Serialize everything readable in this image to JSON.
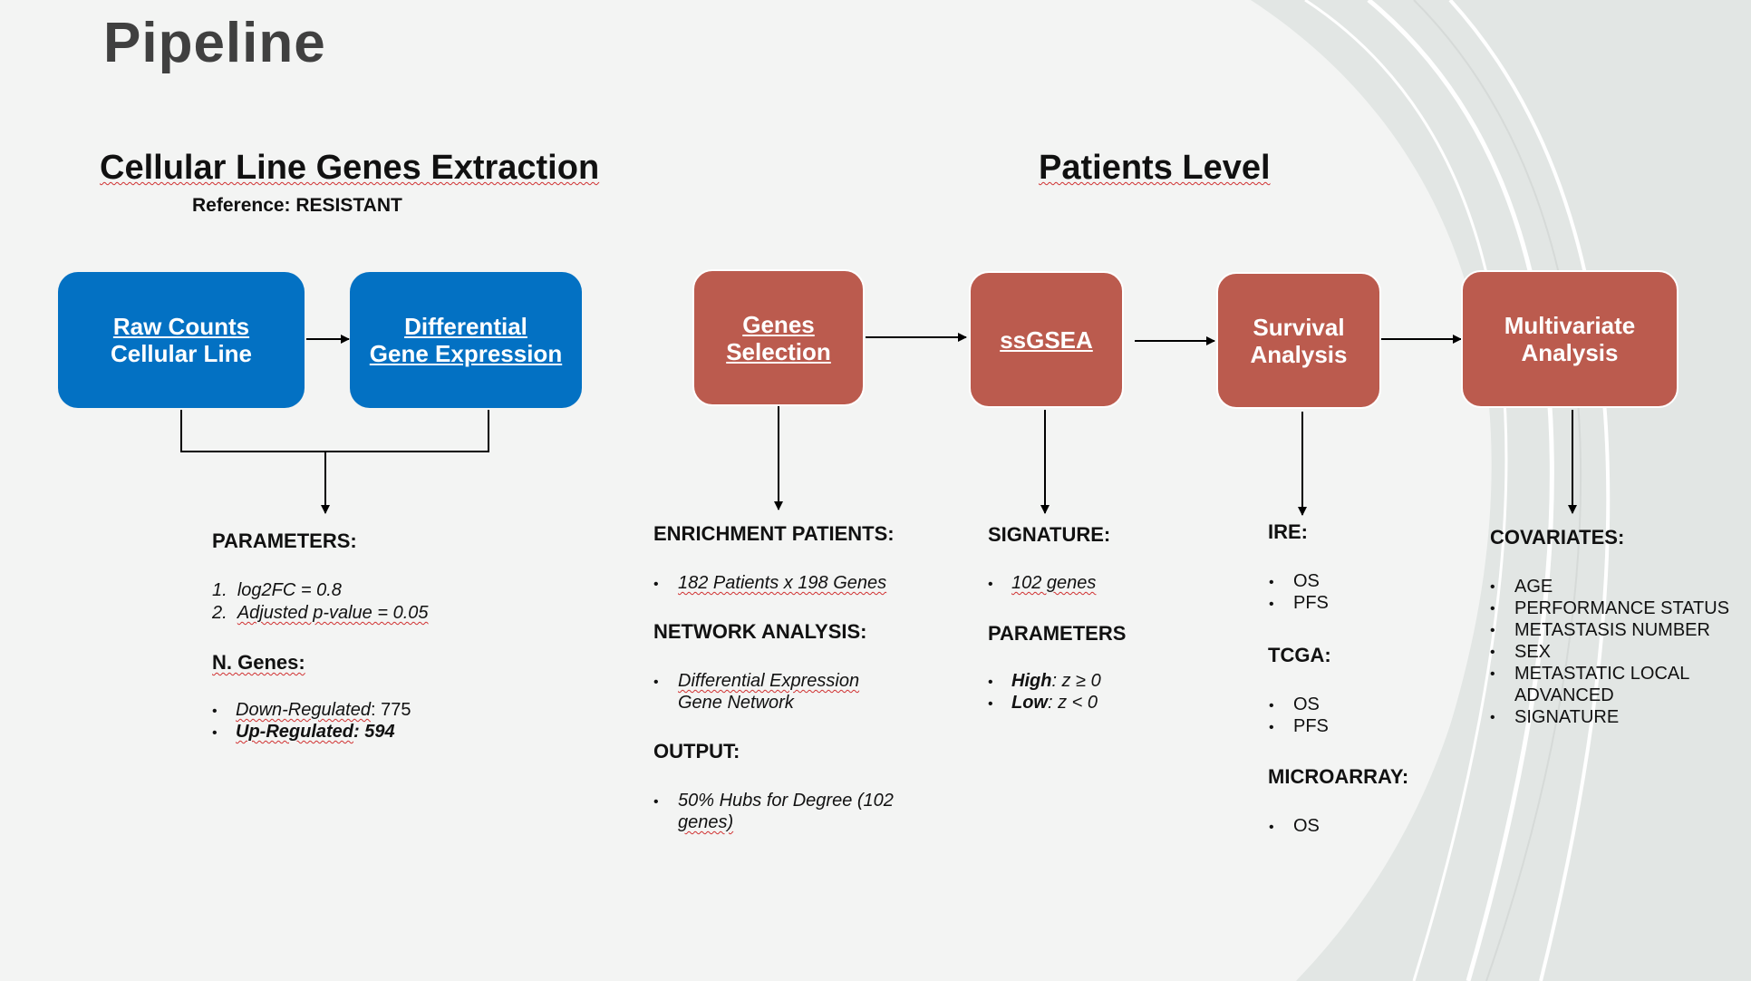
{
  "title": "Pipeline",
  "left_section": {
    "title": "Cellular Line Genes Extraction",
    "reference": "Reference: RESISTANT",
    "boxes": [
      {
        "line1": "Raw Counts",
        "line2": "Cellular Line"
      },
      {
        "line1": "Differential",
        "line2": "Gene Expression"
      }
    ],
    "parameters_header": "PARAMETERS:",
    "parameters": [
      {
        "num": "1.",
        "text": "log2FC = 0.8"
      },
      {
        "num": "2.",
        "text": "Adjusted p-value = 0.05"
      }
    ],
    "genes_header": "N. Genes:",
    "genes": [
      {
        "label": "Down-Regulated",
        "value": ": 775"
      },
      {
        "label": "Up-Regulated",
        "value": ": 594"
      }
    ]
  },
  "right_section": {
    "title": "Patients Level",
    "boxes": [
      {
        "line1": "Genes",
        "line2": "Selection"
      },
      {
        "line1": "ssGSEA",
        "line2": ""
      },
      {
        "line1": "Survival",
        "line2": "Analysis"
      },
      {
        "line1": "Multivariate",
        "line2": "Analysis"
      }
    ],
    "genes_selection": {
      "enrichment_header": "ENRICHMENT PATIENTS:",
      "enrichment_items": [
        "182 Patients x 198 Genes"
      ],
      "network_header": "NETWORK ANALYSIS:",
      "network_items": [
        "Differential Expression",
        "Gene Network"
      ],
      "output_header": "OUTPUT:",
      "output_items": [
        "50% Hubs for Degree (102",
        "genes)"
      ]
    },
    "ssgsea": {
      "signature_header": "SIGNATURE:",
      "signature_items": [
        "102 genes"
      ],
      "parameters_header": "PARAMETERS",
      "parameters_items": [
        {
          "label": "High",
          "value": ": z ≥ 0"
        },
        {
          "label": "Low",
          "value": ":  z < 0"
        }
      ]
    },
    "survival": {
      "ire_header": "IRE:",
      "ire_items": [
        "OS",
        "PFS"
      ],
      "tcga_header": "TCGA:",
      "tcga_items": [
        "OS",
        "PFS"
      ],
      "microarray_header": "MICROARRAY:",
      "microarray_items": [
        "OS"
      ]
    },
    "multivariate": {
      "covariates_header": "COVARIATES:",
      "covariates_items": [
        "AGE",
        "PERFORMANCE STATUS",
        "METASTASIS NUMBER",
        "SEX",
        "METASTATIC LOCAL",
        "ADVANCED",
        "SIGNATURE"
      ]
    }
  },
  "colors": {
    "blue_box": "#0371c3",
    "red_box": "#bb5b4e",
    "title": "#404040",
    "background": "#f3f4f3"
  }
}
